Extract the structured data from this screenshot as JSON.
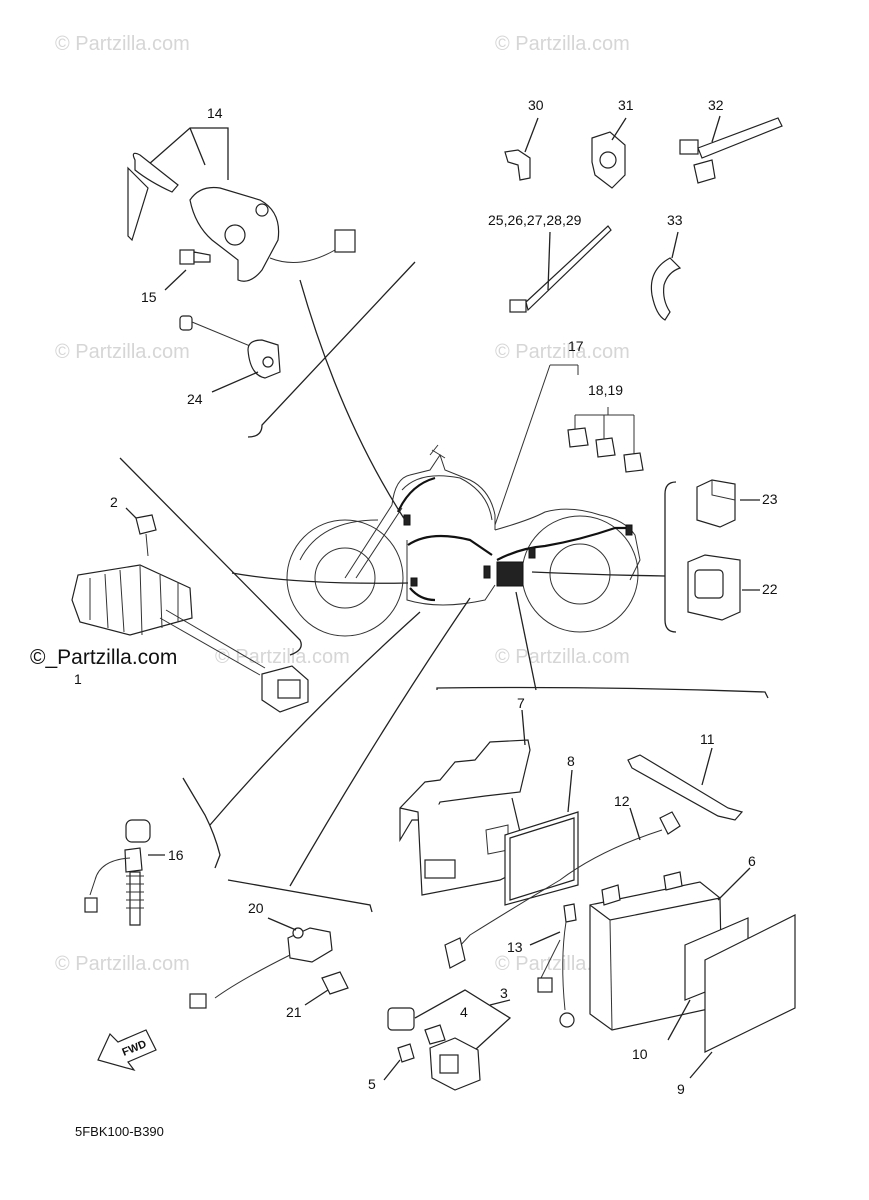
{
  "watermarks": {
    "light": [
      "© Partzilla.com",
      "© Partzilla.com",
      "© Partzilla.com",
      "© Partzilla.com",
      "© Partzilla.com",
      "© Partzilla.com",
      "© Partzilla.com",
      "© Partzilla.com"
    ],
    "dark": "©_Partzilla.com"
  },
  "diagram_code": "5FBK100-B390",
  "fwd_label": "FWD",
  "callouts": {
    "c1": "1",
    "c2": "2",
    "c3": "3",
    "c4": "4",
    "c5": "5",
    "c6": "6",
    "c7": "7",
    "c8": "8",
    "c9": "9",
    "c10": "10",
    "c11": "11",
    "c12": "12",
    "c13": "13",
    "c14": "14",
    "c15": "15",
    "c16": "16",
    "c17": "17",
    "c18_19": "18,19",
    "c20": "20",
    "c21": "21",
    "c22": "22",
    "c23": "23",
    "c24": "24",
    "c25_29": "25,26,27,28,29",
    "c30": "30",
    "c31": "31",
    "c32": "32",
    "c33": "33"
  },
  "colors": {
    "line": "#222222",
    "watermark": "#d6d6d6",
    "background": "#ffffff"
  }
}
